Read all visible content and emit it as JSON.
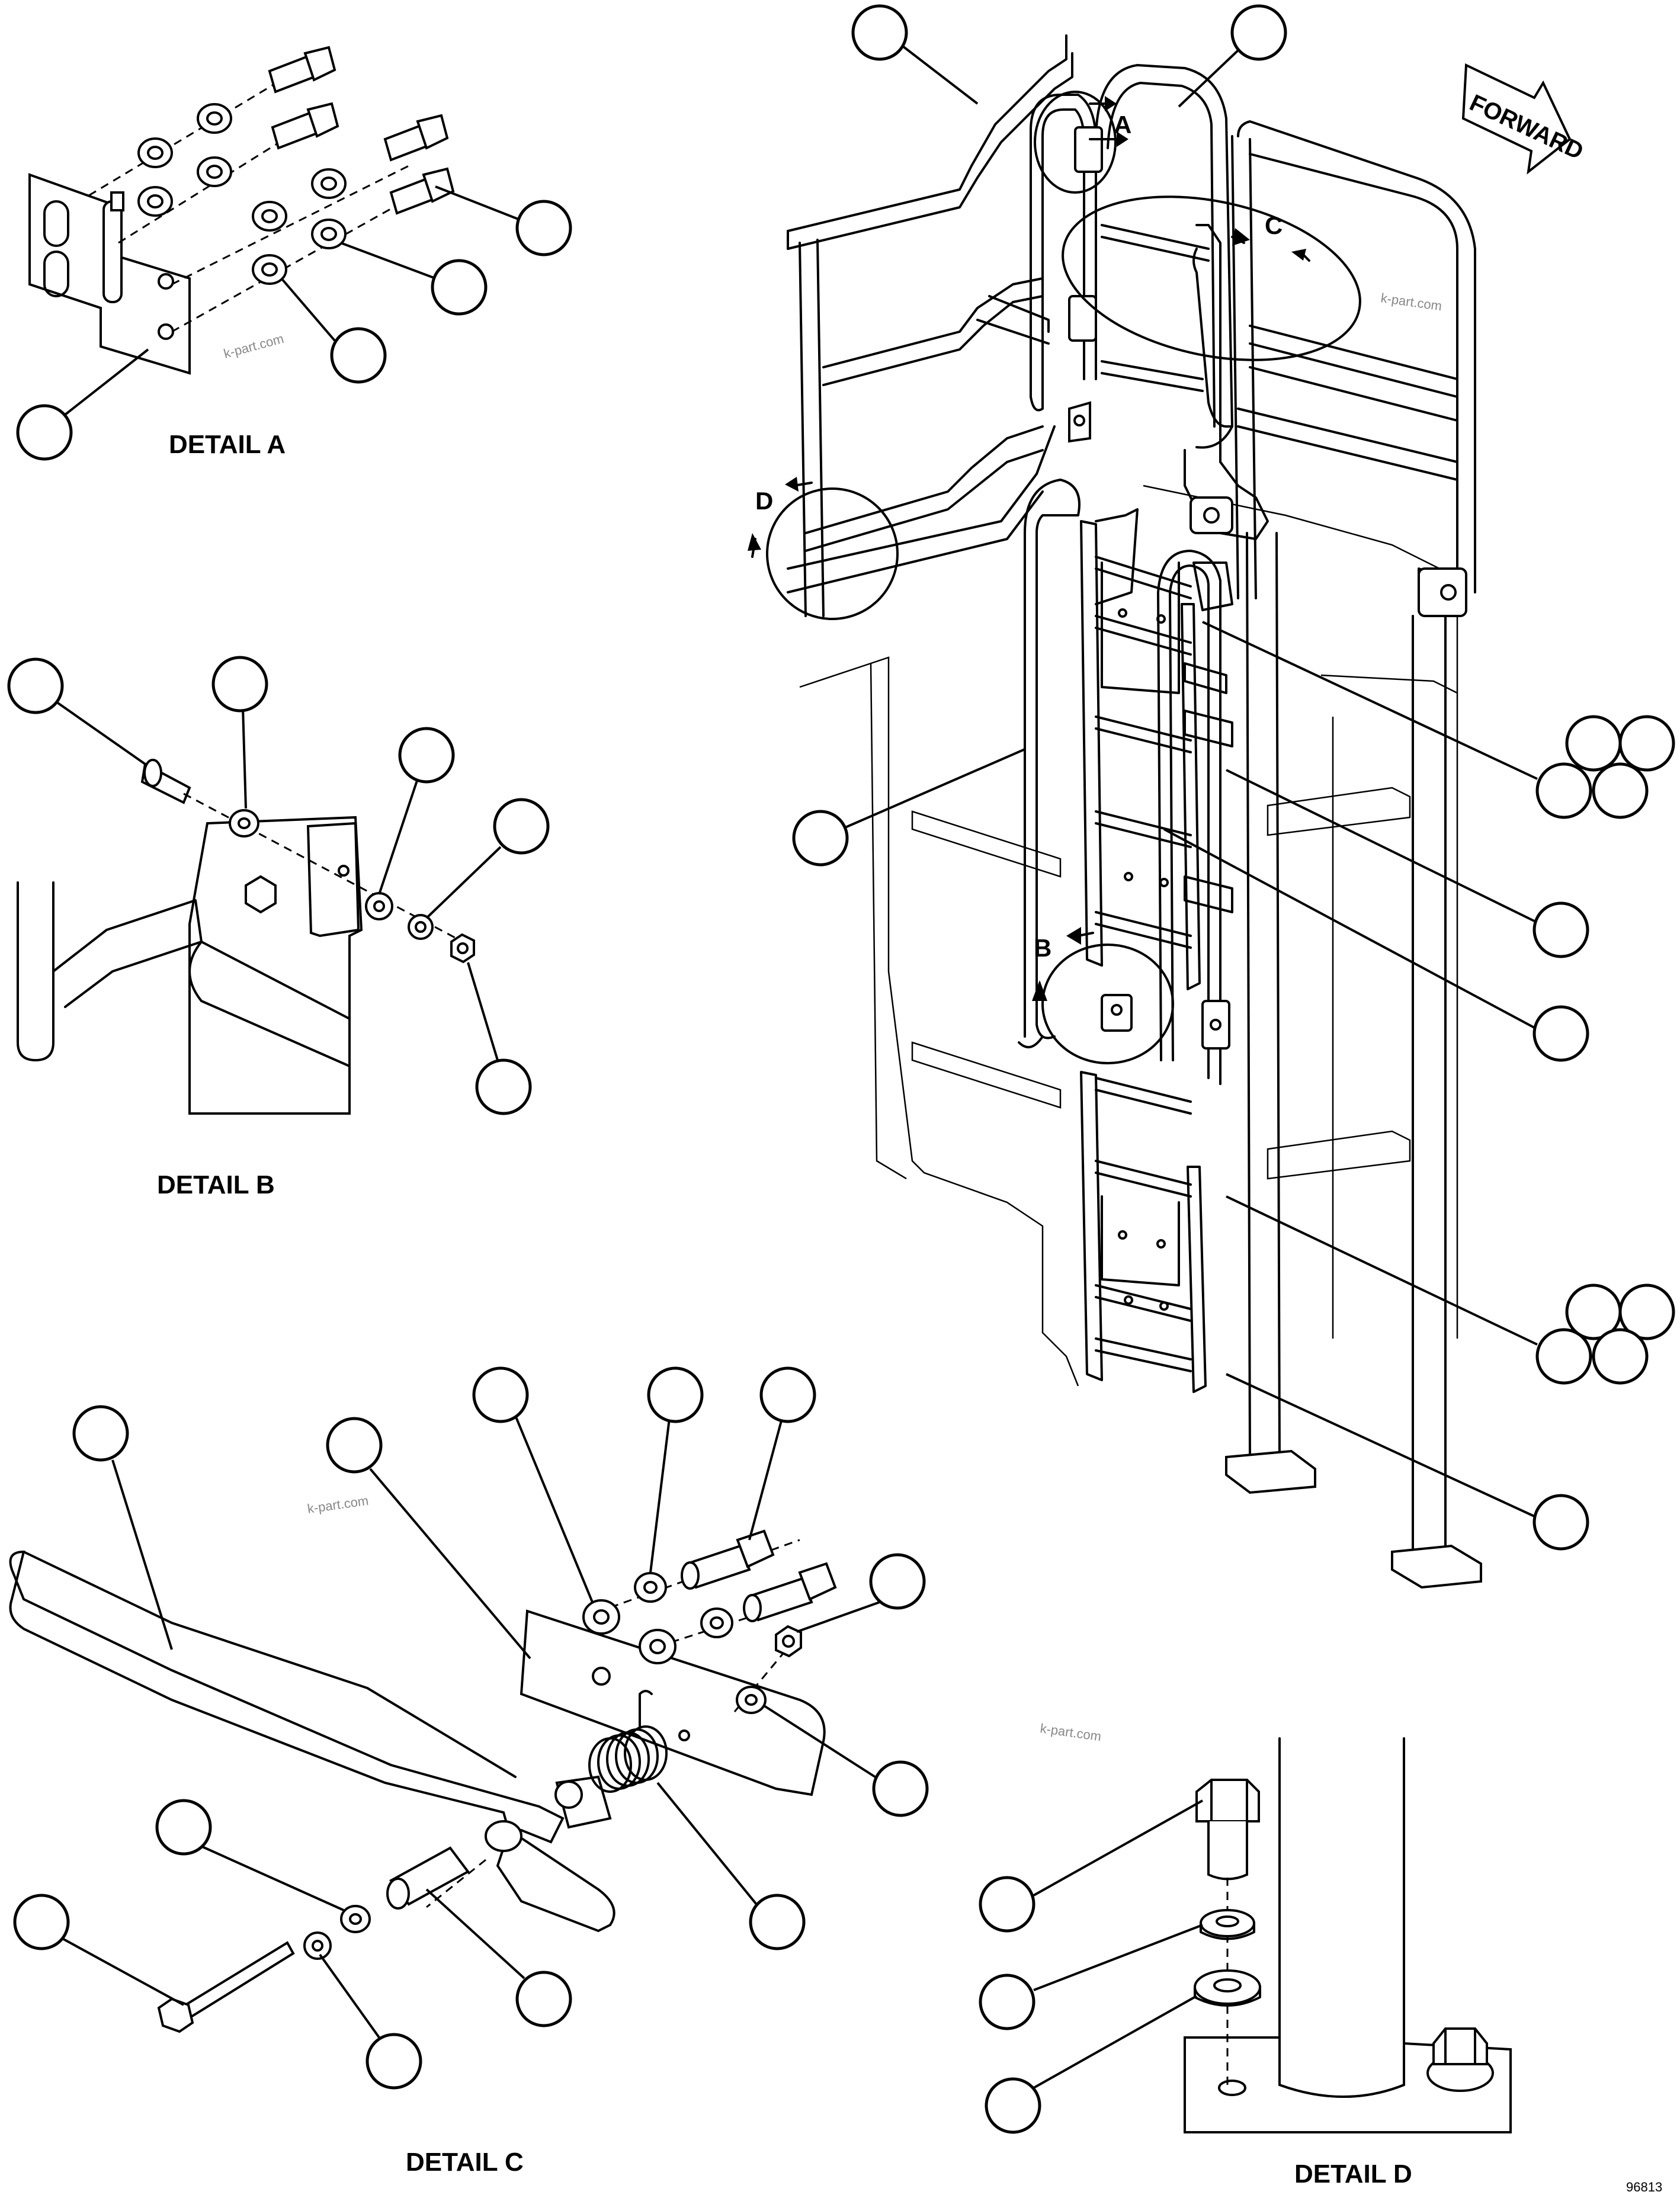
{
  "labels": {
    "detail_a": "DETAIL A",
    "detail_b": "DETAIL B",
    "detail_c": "DETAIL C",
    "detail_d": "DETAIL D",
    "forward": "FORWARD",
    "letter_a": "A",
    "letter_b": "B",
    "letter_c": "C",
    "letter_d": "D",
    "reference": "96813"
  },
  "watermark": "k-part.com",
  "colors": {
    "line": "#000000",
    "background": "#ffffff",
    "watermark": "#888888"
  }
}
